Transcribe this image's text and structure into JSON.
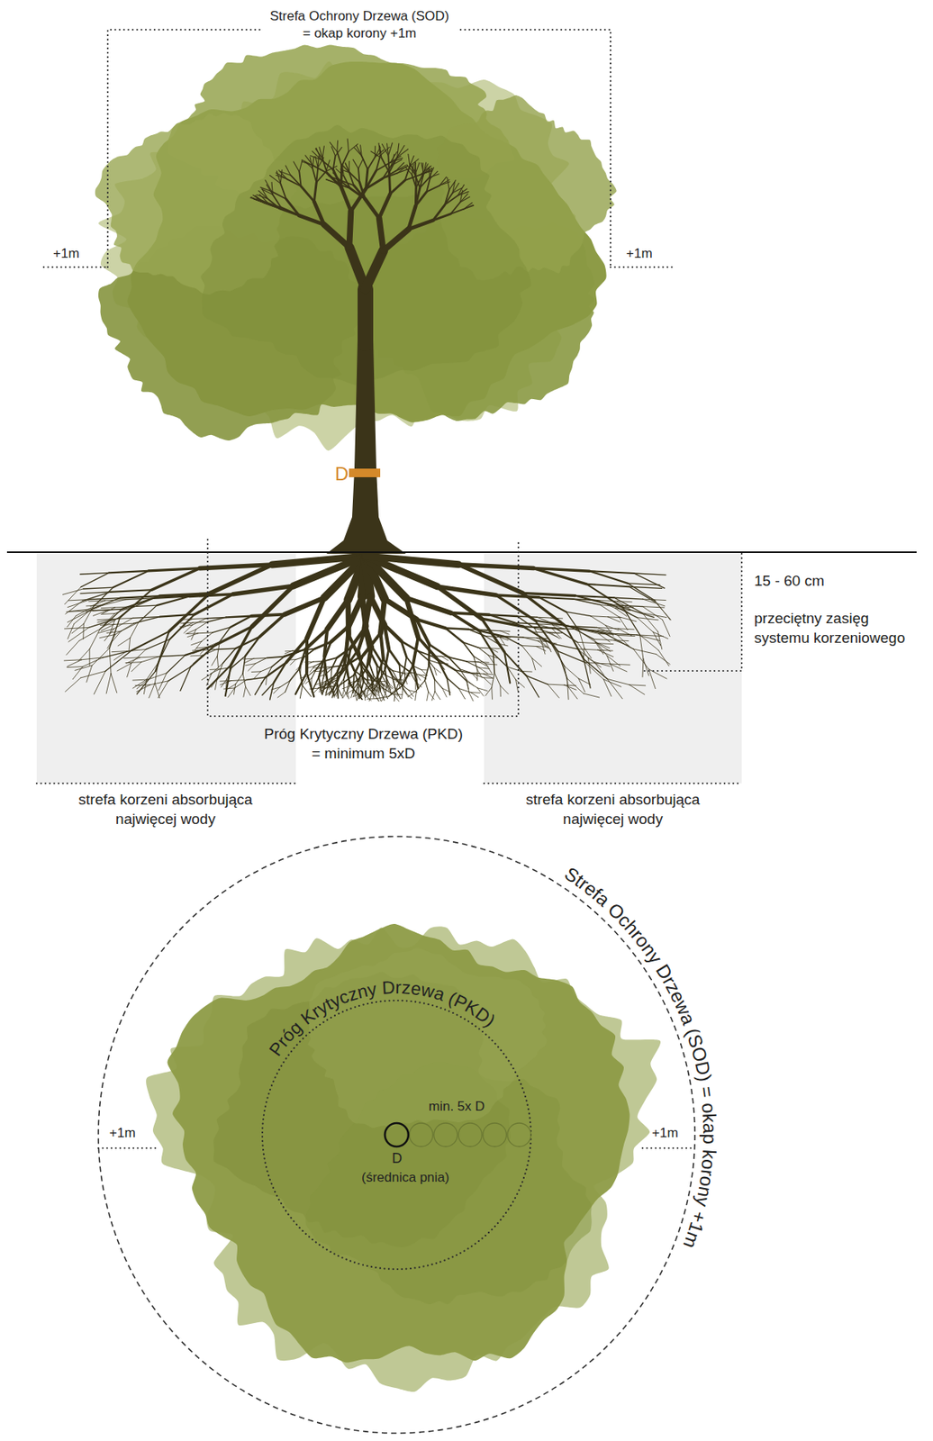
{
  "diagram": {
    "labels": [
      "Strefa Ochrony Drzewa (SOD) = okap korony +1m",
      "+1m",
      "+1m",
      "D",
      "15 - 60 cm",
      "przeciętny zasięg systemu korzeniowego",
      "Próg Krytyczny Drzewa (PKD) = minimum 5xD",
      "strefa korzeni absorbująca najwięcej wody",
      "strefa korzeni absorbująca najwięcej wody",
      "Strefa Ochrony Drzewa (SOD) = okap korony +1m",
      "Próg Krytyczny Drzewa (PKD)",
      "min. 5x D",
      "+1m",
      "+1m",
      "D",
      "(średnica pnia)"
    ]
  }
}
